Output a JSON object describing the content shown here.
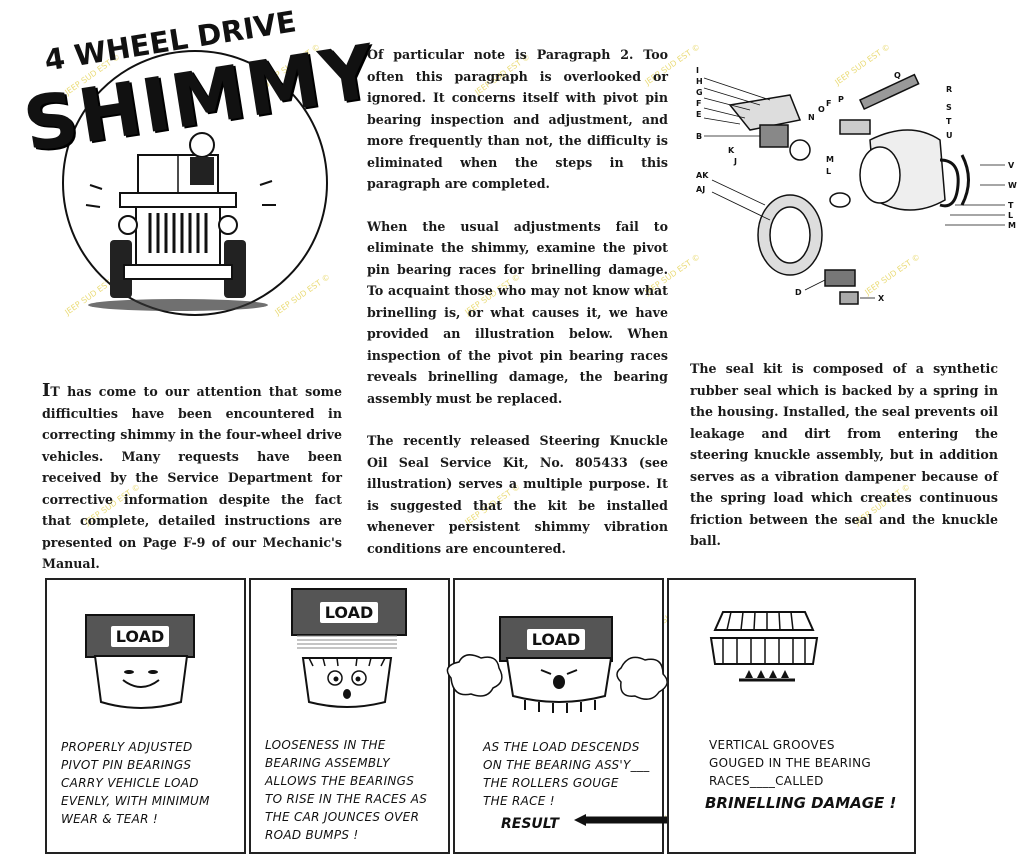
{
  "title": {
    "line1": "4 WHEEL DRIVE",
    "line2": "SHIMMY"
  },
  "intro": {
    "dropcap": "I",
    "text": "T has come to our attention that some difficulties have been encountered in correcting shimmy in the four-wheel drive vehicles. Many requests have been received by the Service Department for corrective information despite the fact that complete, detailed instructions are presented on Page F-9 of our Mechanic's Manual."
  },
  "middle": {
    "p1": "Of particular note is Paragraph 2. Too often this paragraph is overlooked or ignored. It concerns itself with pivot pin bearing inspection and adjustment, and more frequently than not, the difficulty is eliminated when the steps in this paragraph are completed.",
    "p2": "When the usual adjustments fail to eliminate the shimmy, examine the pivot pin bearing races for brinelling damage. To acquaint those who may not know what brinelling is, or what causes it, we have provided an illustration below. When inspection of the pivot pin bearing races reveals brinelling damage, the bearing assembly must be replaced.",
    "p3": "The recently released Steering Knuckle Oil Seal Service Kit, No. 805433 (see illustration) serves a multiple purpose. It is suggested that the kit be installed whenever persistent shimmy vibration conditions are encountered."
  },
  "right": {
    "p1": "The seal kit is composed of a synthetic rubber seal which is backed by a spring in the housing. Installed, the seal prevents oil leakage and dirt from entering the steering knuckle assembly, but in addition serves as a vibration dampener because of the spring load which creates continuous friction between the seal and the knuckle ball."
  },
  "parts_labels": [
    "I",
    "H",
    "G",
    "F",
    "E",
    "B",
    "N",
    "O",
    "F",
    "P",
    "Q",
    "R",
    "S",
    "T",
    "U",
    "K",
    "J",
    "M",
    "L",
    "AK",
    "AJ",
    "V",
    "W",
    "T",
    "L",
    "M",
    "D",
    "X"
  ],
  "panels": [
    {
      "load": "LOAD",
      "caption": [
        "PROPERLY ADJUSTED",
        "PIVOT PIN BEARINGS",
        "CARRY VEHICLE LOAD",
        "EVENLY, WITH MINIMUM",
        "WEAR & TEAR !"
      ]
    },
    {
      "load": "LOAD",
      "caption": [
        "LOOSENESS IN THE",
        "BEARING ASSEMBLY",
        "ALLOWS THE BEARINGS",
        "TO RISE IN THE RACES AS",
        "THE CAR JOUNCES OVER",
        "ROAD BUMPS !"
      ]
    },
    {
      "load": "LOAD",
      "caption": [
        "AS THE LOAD DESCENDS",
        "ON THE BEARING ASS'Y___",
        "THE ROLLERS GOUGE",
        "THE RACE !"
      ],
      "result": "RESULT"
    },
    {
      "caption": [
        "VERTICAL GROOVES",
        "GOUGED IN THE BEARING",
        "RACES____CALLED"
      ],
      "emphasis": "BRINELLING DAMAGE !"
    }
  ],
  "watermark": "JEEP SUD EST ©"
}
